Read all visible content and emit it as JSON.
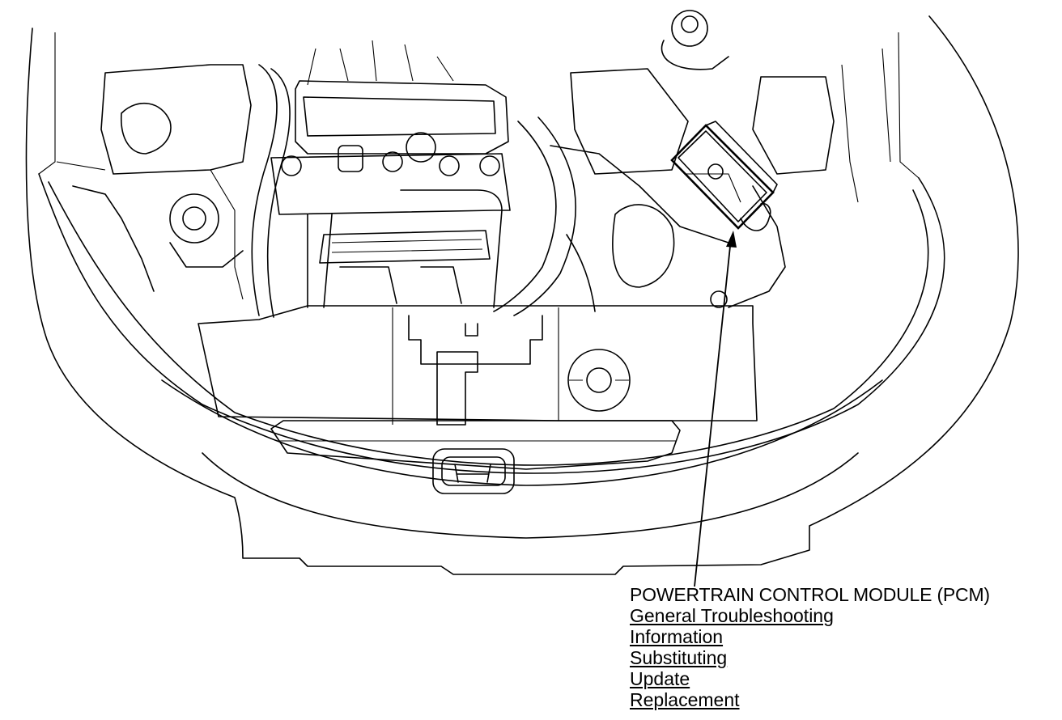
{
  "callout": {
    "title": "POWERTRAIN CONTROL MODULE (PCM)",
    "links": [
      "General Troubleshooting",
      "Information",
      "Substituting",
      "Update",
      "Replacement"
    ]
  },
  "colors": {
    "line": "#000000",
    "background": "#ffffff"
  },
  "icons": {
    "emblem": "honda-h-emblem-icon"
  }
}
